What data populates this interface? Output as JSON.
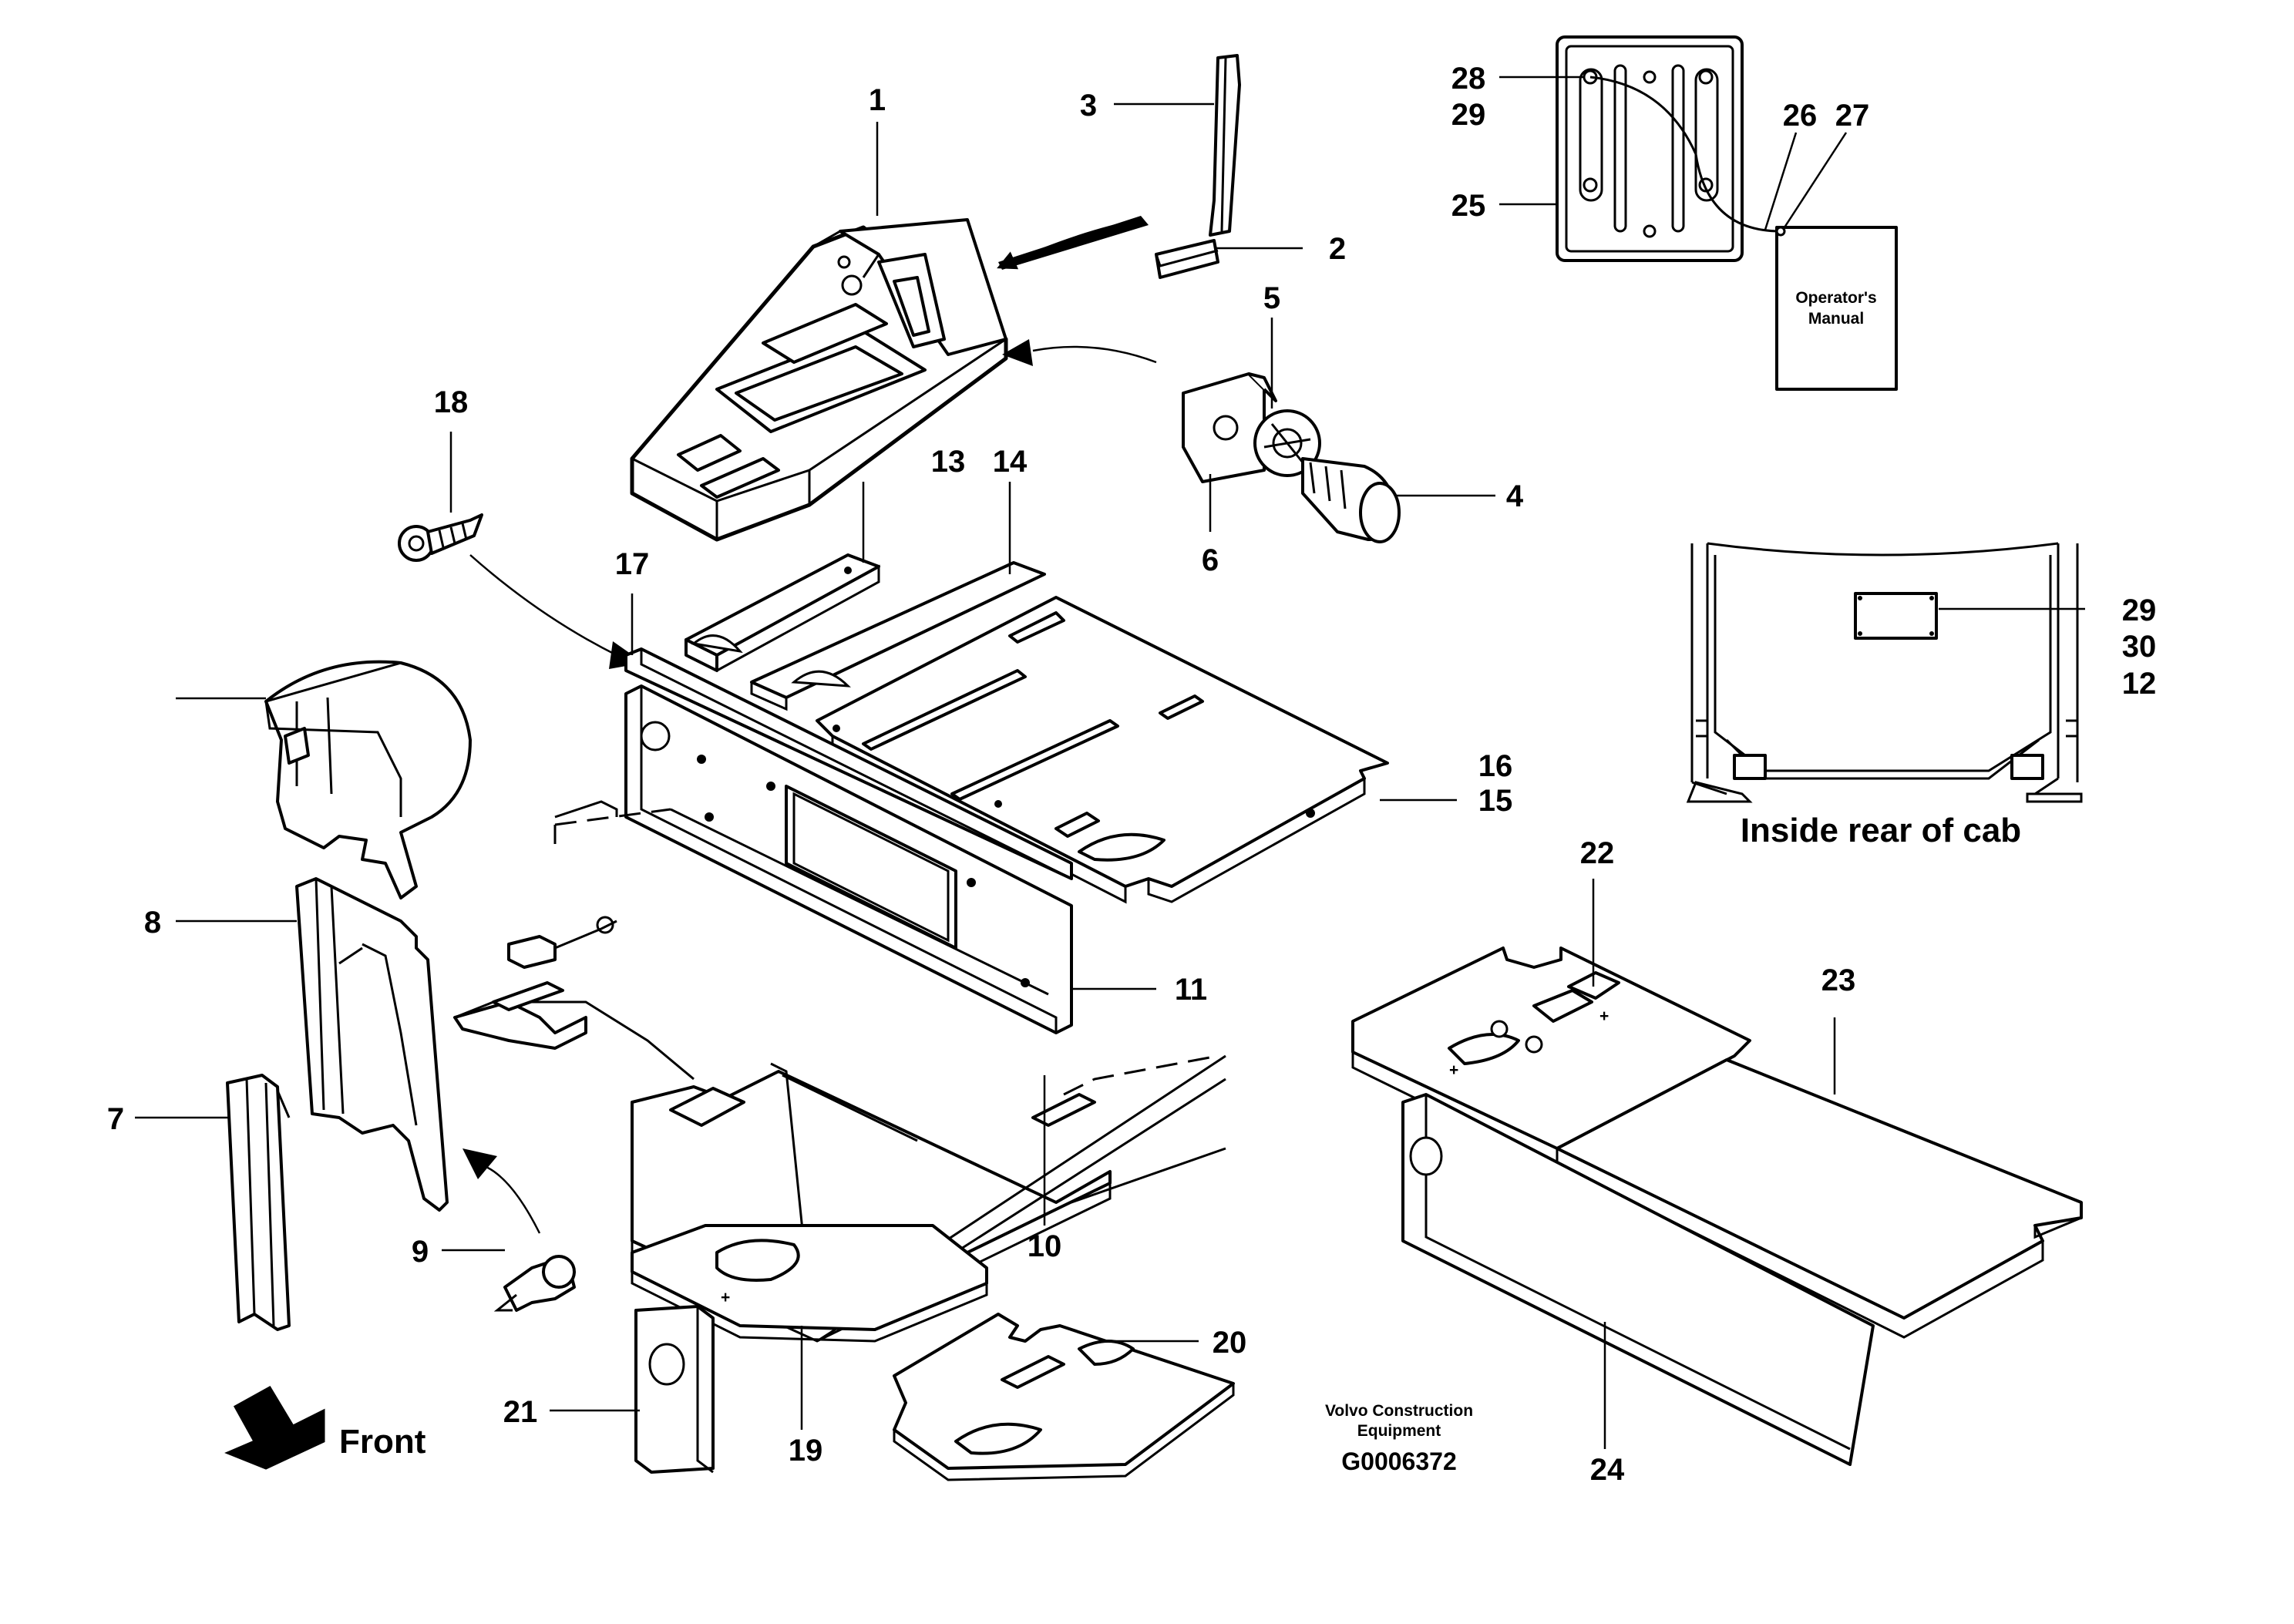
{
  "figure": {
    "code": "G0006372",
    "publisher_lines": [
      "Volvo Construction",
      "Equipment"
    ],
    "inset_caption": "Inside rear of cab",
    "manual_label_lines": [
      "Operator's",
      "Manual"
    ],
    "front_label": "Front"
  },
  "callouts": [
    {
      "id": "1",
      "label": "1"
    },
    {
      "id": "2",
      "label": "2"
    },
    {
      "id": "3",
      "label": "3"
    },
    {
      "id": "4",
      "label": "4"
    },
    {
      "id": "5",
      "label": "5"
    },
    {
      "id": "6",
      "label": "6"
    },
    {
      "id": "7",
      "label": "7"
    },
    {
      "id": "8",
      "label": "8"
    },
    {
      "id": "9",
      "label": "9"
    },
    {
      "id": "10",
      "label": "10"
    },
    {
      "id": "11",
      "label": "11"
    },
    {
      "id": "12",
      "label": "12"
    },
    {
      "id": "13",
      "label": "13"
    },
    {
      "id": "14",
      "label": "14"
    },
    {
      "id": "15",
      "label": "15"
    },
    {
      "id": "16",
      "label": "16"
    },
    {
      "id": "17",
      "label": "17"
    },
    {
      "id": "18",
      "label": "18"
    },
    {
      "id": "19",
      "label": "19"
    },
    {
      "id": "20",
      "label": "20"
    },
    {
      "id": "21",
      "label": "21"
    },
    {
      "id": "22",
      "label": "22"
    },
    {
      "id": "23",
      "label": "23"
    },
    {
      "id": "24",
      "label": "24"
    },
    {
      "id": "25",
      "label": "25"
    },
    {
      "id": "26",
      "label": "26"
    },
    {
      "id": "27",
      "label": "27"
    },
    {
      "id": "28",
      "label": "28"
    },
    {
      "id": "29a",
      "label": "29"
    },
    {
      "id": "29b",
      "label": "29"
    },
    {
      "id": "30",
      "label": "30"
    }
  ]
}
